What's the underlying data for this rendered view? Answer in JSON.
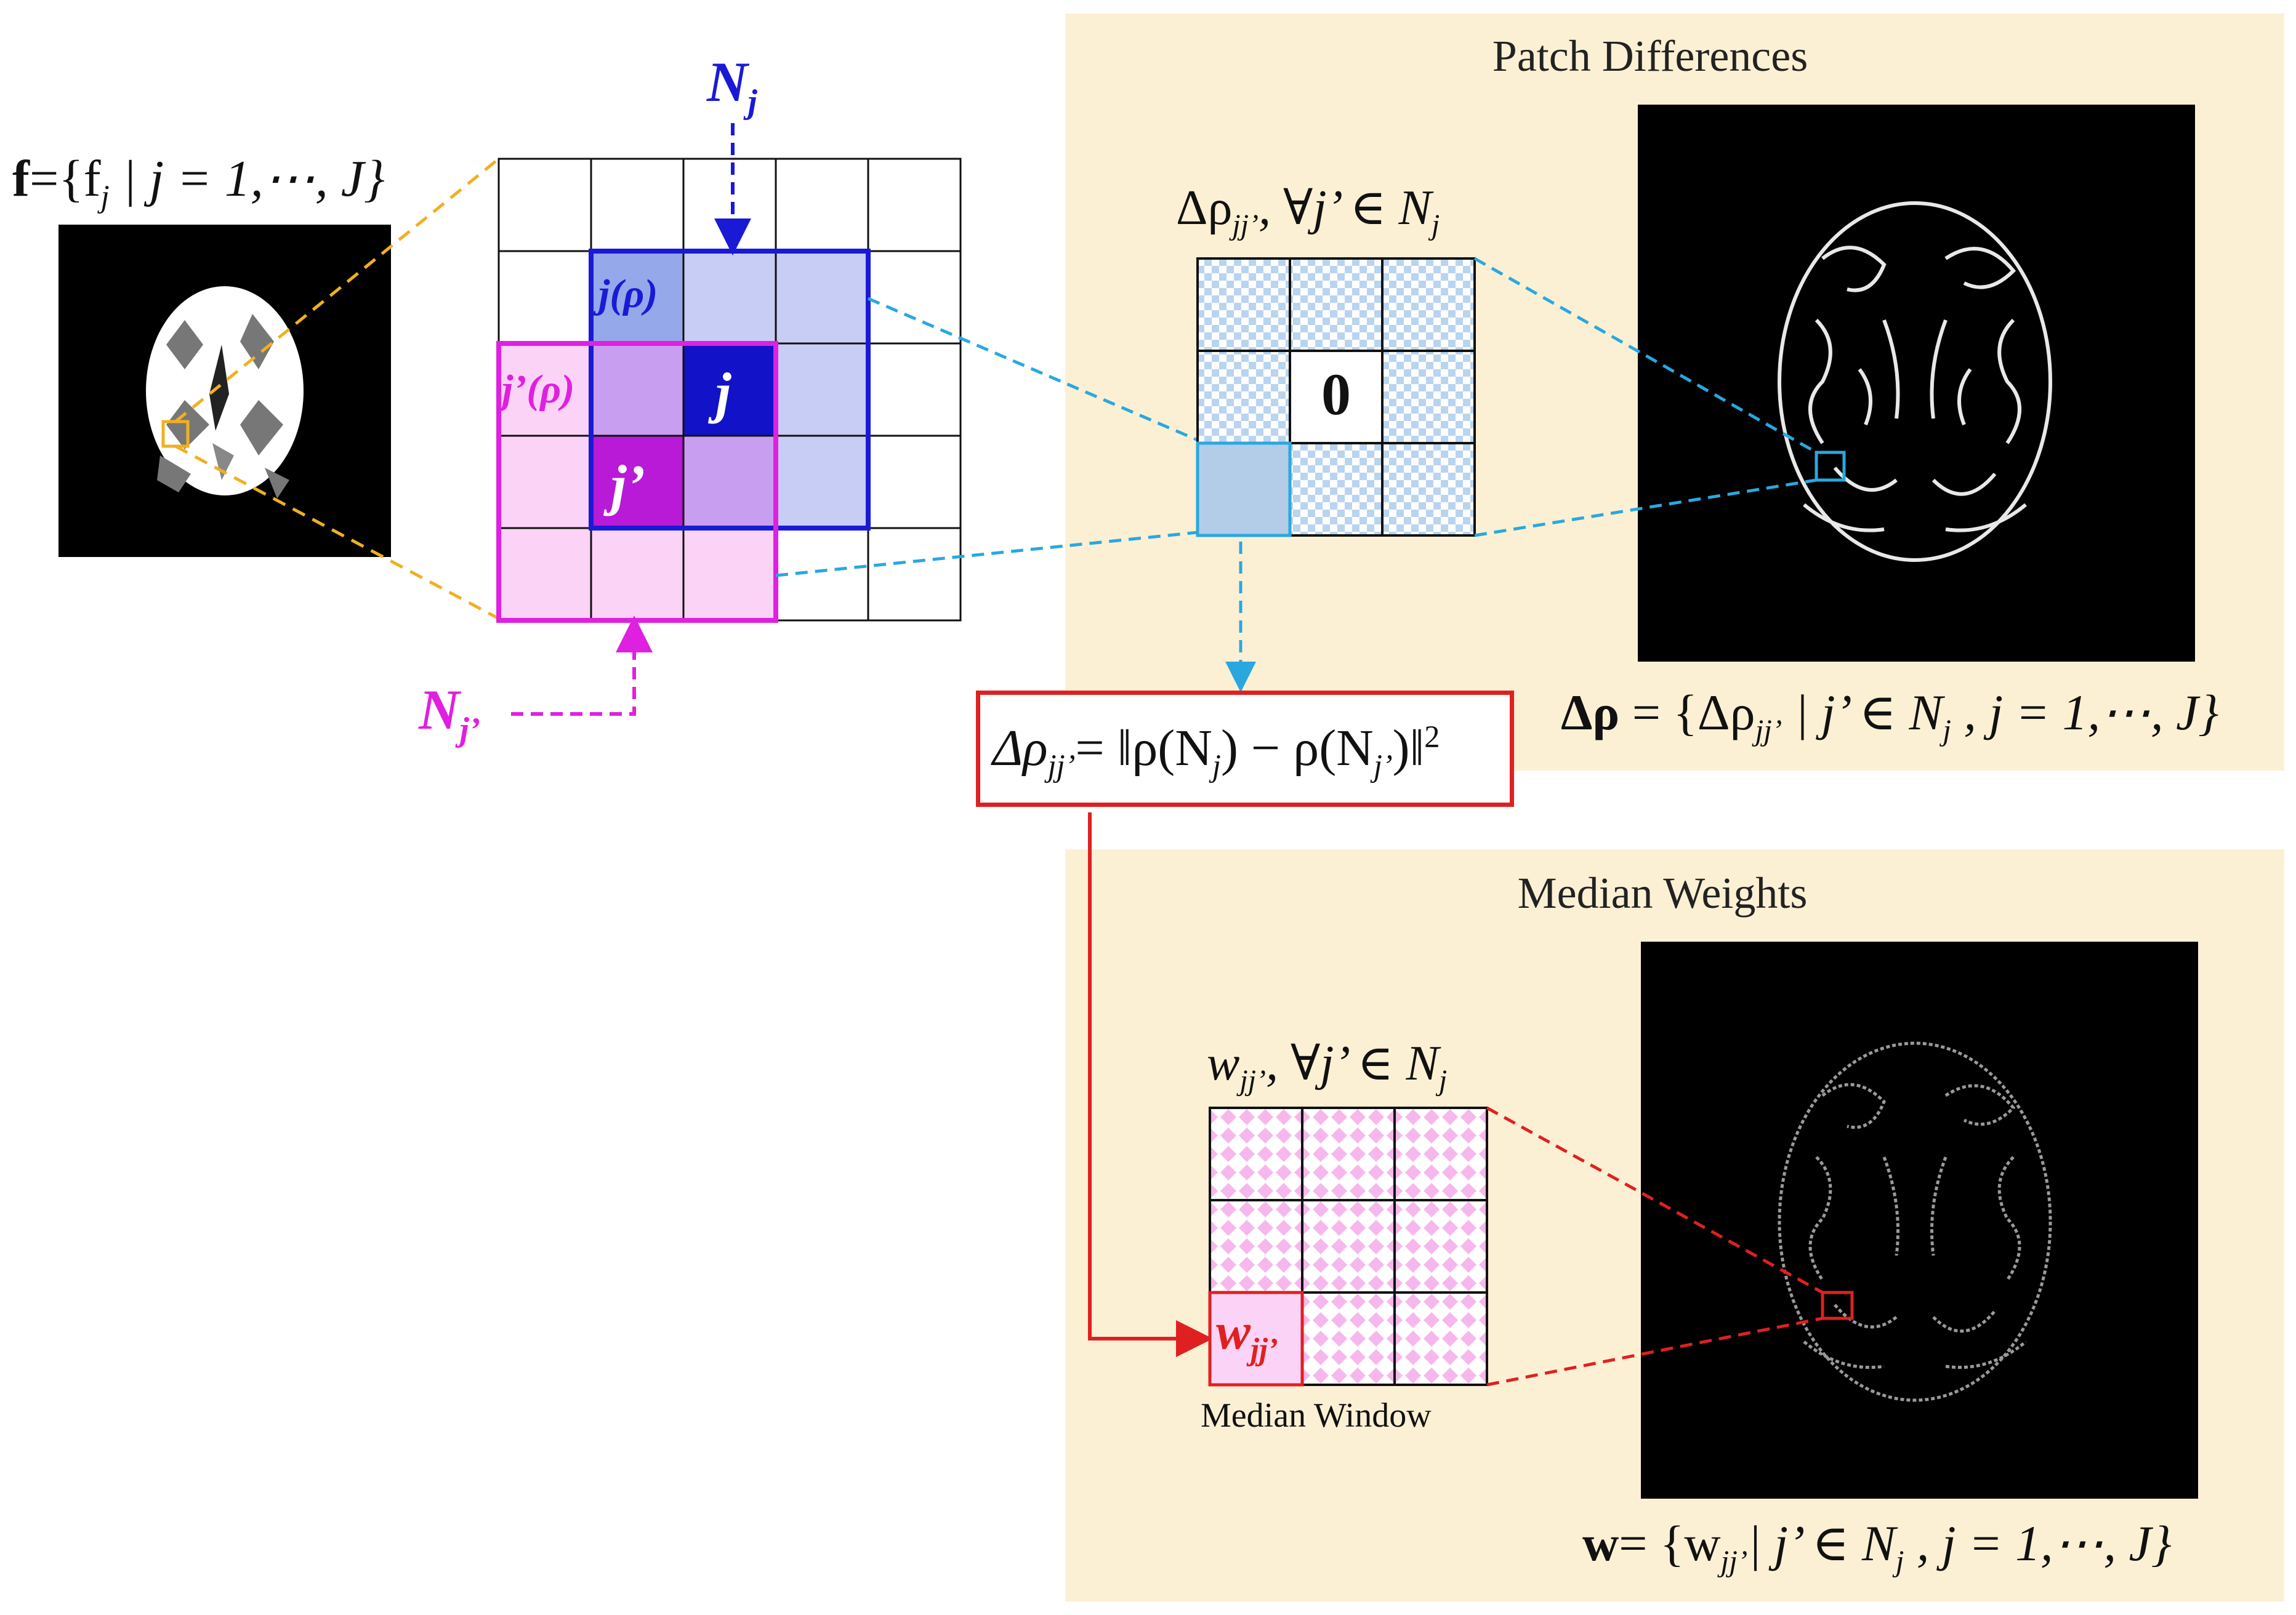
{
  "f_label": {
    "bold": "f",
    "rest": "={f",
    "sub": "j",
    "tail": " | j = 1,⋯, J}"
  },
  "grid": {
    "Nj": "N",
    "Nj_sub": "j",
    "Njp": "N",
    "Njp_sub": "j’",
    "cell_j_rho": "j(ρ)",
    "cell_jp_rho": "j’(ρ)",
    "cell_j": "j",
    "cell_jp": "j’"
  },
  "patch_panel": {
    "title": "Patch Differences",
    "grid_caption": "Δρ",
    "grid_caption_sub": "jj’",
    "grid_caption_tail": ", ∀j’ ∈ N",
    "grid_caption_tail_sub": "j",
    "center_value": "0",
    "formula_bold": "Δρ",
    "formula_rest": " = {Δρ",
    "formula_sub": "jj’",
    "formula_tail": " | j’ ∈ N",
    "formula_tail_sub": "j",
    "formula_end": " , j = 1,⋯, J}"
  },
  "equation": {
    "lhs": "Δρ",
    "lhs_sub": "jj’",
    "rhs": "= ‖ρ(N",
    "rhs_sub1": "j",
    "rhs_mid": ") − ρ(N",
    "rhs_sub2": "j’",
    "rhs_end": ")‖",
    "power": "2"
  },
  "median_panel": {
    "title": "Median Weights",
    "grid_caption": "w",
    "grid_caption_sub": "jj’",
    "grid_caption_tail": ", ∀j’ ∈ N",
    "grid_caption_tail_sub": "j",
    "cell_label": "w",
    "cell_label_sub": "jj’",
    "window_label": "Median Window",
    "formula_bold": "w",
    "formula_rest": "= {w",
    "formula_sub": "jj’",
    "formula_tail": "|  j’ ∈ N",
    "formula_tail_sub": "j",
    "formula_end": " , j = 1,⋯, J}"
  },
  "colors": {
    "blue": "#1a1ad6",
    "magenta": "#e020e0",
    "cyan": "#29a8e0",
    "red": "#e02020",
    "orange": "#f0b020",
    "panel": "#fcf0d4"
  }
}
